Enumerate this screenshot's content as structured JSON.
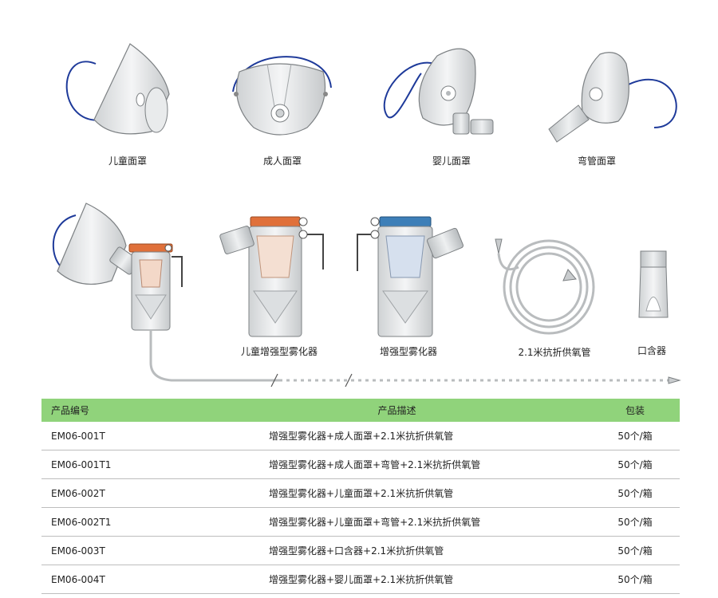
{
  "products": {
    "child_mask": "儿童面罩",
    "adult_mask": "成人面罩",
    "infant_mask": "婴儿面罩",
    "elbow_mask": "弯管面罩",
    "child_nebulizer": "儿童增强型雾化器",
    "nebulizer": "增强型雾化器",
    "tubing": "2.1米抗折供氧管",
    "mouthpiece": "口含器"
  },
  "table": {
    "headers": [
      "产品编号",
      "产品描述",
      "包装"
    ],
    "rows": [
      {
        "code": "EM06-001T",
        "desc": "增强型雾化器+成人面罩+2.1米抗折供氧管",
        "pack": "50个/箱"
      },
      {
        "code": "EM06-001T1",
        "desc": "增强型雾化器+成人面罩+弯管+2.1米抗折供氧管",
        "pack": "50个/箱"
      },
      {
        "code": "EM06-002T",
        "desc": "增强型雾化器+儿童面罩+2.1米抗折供氧管",
        "pack": "50个/箱"
      },
      {
        "code": "EM06-002T1",
        "desc": "增强型雾化器+儿童面罩+弯管+2.1米抗折供氧管",
        "pack": "50个/箱"
      },
      {
        "code": "EM06-003T",
        "desc": "增强型雾化器+口含器+2.1米抗折供氧管",
        "pack": "50个/箱"
      },
      {
        "code": "EM06-004T",
        "desc": "增强型雾化器+婴儿面罩+2.1米抗折供氧管",
        "pack": "50个/箱"
      }
    ]
  },
  "colors": {
    "header_green": "#90d37b",
    "cap_orange": "#e0703a",
    "cap_blue": "#3d7fb8",
    "strap_blue": "#1e3a9a"
  }
}
